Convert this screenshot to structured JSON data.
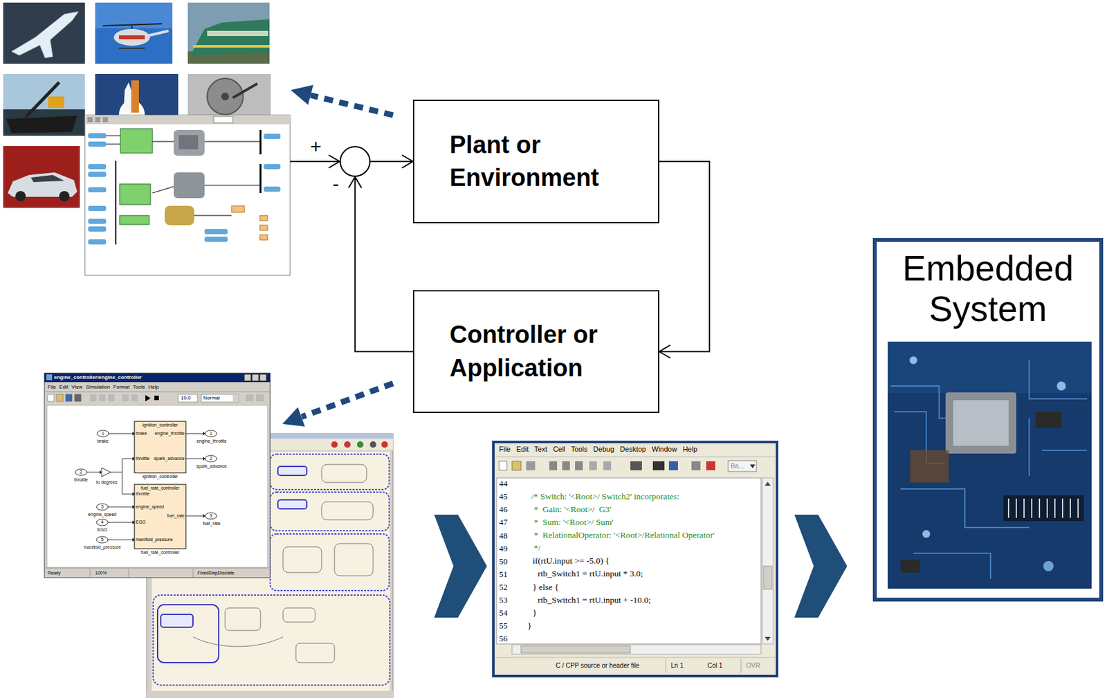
{
  "diagram": {
    "nodes": [
      {
        "text": [
          "Plant or Environment"
        ]
      },
      {
        "text": [
          "Controller or Application"
        ]
      },
      {
        "text": [
          "Embedded System"
        ]
      }
    ],
    "edges": [
      {
        "from": 0,
        "to": 1,
        "arrow": "to"
      },
      {
        "from": 1,
        "to": 0,
        "arrow": "to"
      }
    ],
    "labels": [
      "+",
      "-",
      "engine_controller/engine_controller",
      "File Edit View Simulation Format Tools Help",
      "10.0",
      "Normal",
      "ignition_controller",
      "brake",
      "engine_throttle",
      "throttle",
      "spark_advance",
      "ignition_controller",
      "fuel_rate_controller",
      "throttle",
      "engine_speed",
      "fuel_rate",
      "EGO",
      "manifold_pressure",
      "fuel_rate_controller",
      "1",
      "brake",
      "2",
      "throttle",
      "to degrees",
      "3",
      "engine_speed",
      "4",
      "EGO",
      "5",
      "manifold_pressure",
      "1",
      "engine_throttle",
      "2",
      "spark_advance",
      "3",
      "fuel_rate",
      "Ready",
      "100%",
      "FixedStepDiscrete",
      "File Edit Text Cell Tools Debug Desktop Window Help",
      "Ba...",
      "44",
      "45",
      "46",
      "47",
      "48",
      "49",
      "50",
      "51",
      "52",
      "53",
      "54",
      "55",
      "56",
      "/* Switch: '<Root>/ Switch2' incorporates:",
      "*  Gain: '<Root>/  G3'",
      "*  Sum: '<Root>/ Sum'",
      "*  RelationalOperator: '<Root>/Relational Operator'",
      "*/",
      "if(rtU.input >= -5.0) {",
      "rtb_Switch1 = rtU.input * 3.0;",
      "} else {",
      "rtb_Switch1 = rtU.input + -10.0;",
      "}",
      "}",
      "C / CPP source or header file",
      "Ln 1",
      "Col 1",
      "OVR"
    ]
  }
}
